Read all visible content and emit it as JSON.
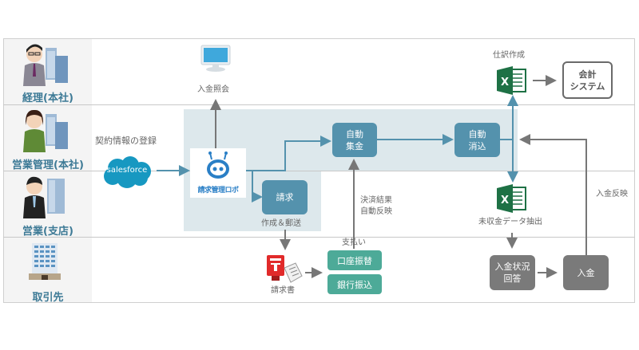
{
  "roles": [
    {
      "label": "経理(本社)",
      "icon": "accountant-with-buildings-icon"
    },
    {
      "label": "営業管理(本社)",
      "icon": "sales-admin-with-buildings-icon"
    },
    {
      "label": "営業(支店)",
      "icon": "salesperson-with-building-icon"
    },
    {
      "label": "取引先",
      "icon": "client-building-icon"
    }
  ],
  "nodes": {
    "payment_inquiry": "入金照会",
    "contract_registration": "契約情報の登録",
    "salesforce": "salesforce",
    "robot": "請求管理ロボ",
    "billing": "請求",
    "create_send": "作成＆郵送",
    "auto_collect": "自動\n集金",
    "auto_reconcile": "自動\n消込",
    "journal_entry": "仕訳作成",
    "accounting_system": "会計\nシステム",
    "settlement_result": "決済結果\n自動反映",
    "unpaid_extract": "未収金データ抽出",
    "payment_reflect": "入金反映",
    "invoice": "請求書",
    "payment": "支払い",
    "account_transfer": "口座振替",
    "bank_transfer": "銀行振込",
    "payment_status": "入金状況\n回答",
    "deposit": "入金"
  },
  "colors": {
    "role_text": "#3d7a96",
    "process_blue": "#5492ad",
    "payment_teal": "#4daa98",
    "client_gray": "#7a7a7a",
    "shade": "#dde8ec",
    "excel_green": "#1e7145",
    "salesforce_blue": "#1798c1"
  }
}
